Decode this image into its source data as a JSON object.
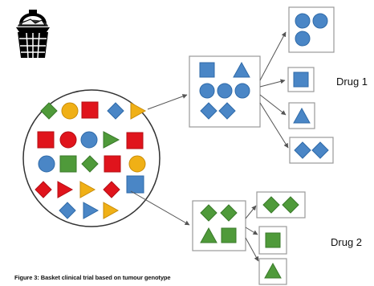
{
  "labels": {
    "drug_1": "Drug 1",
    "drug_2": "Drug 2",
    "caption": "Figure 3: Basket clinical trial based on tumour genotype"
  },
  "icon": "basket-icon",
  "colors": {
    "blue": "#4a86c6",
    "blue_stroke": "#2f6aa8",
    "green": "#4f9a3a",
    "green_stroke": "#3a7a2a",
    "red": "#e0141c",
    "red_stroke": "#b30f15",
    "orange": "#f0b016",
    "orange_stroke": "#c98d0a",
    "line": "#555555",
    "box_border": "#999999"
  }
}
